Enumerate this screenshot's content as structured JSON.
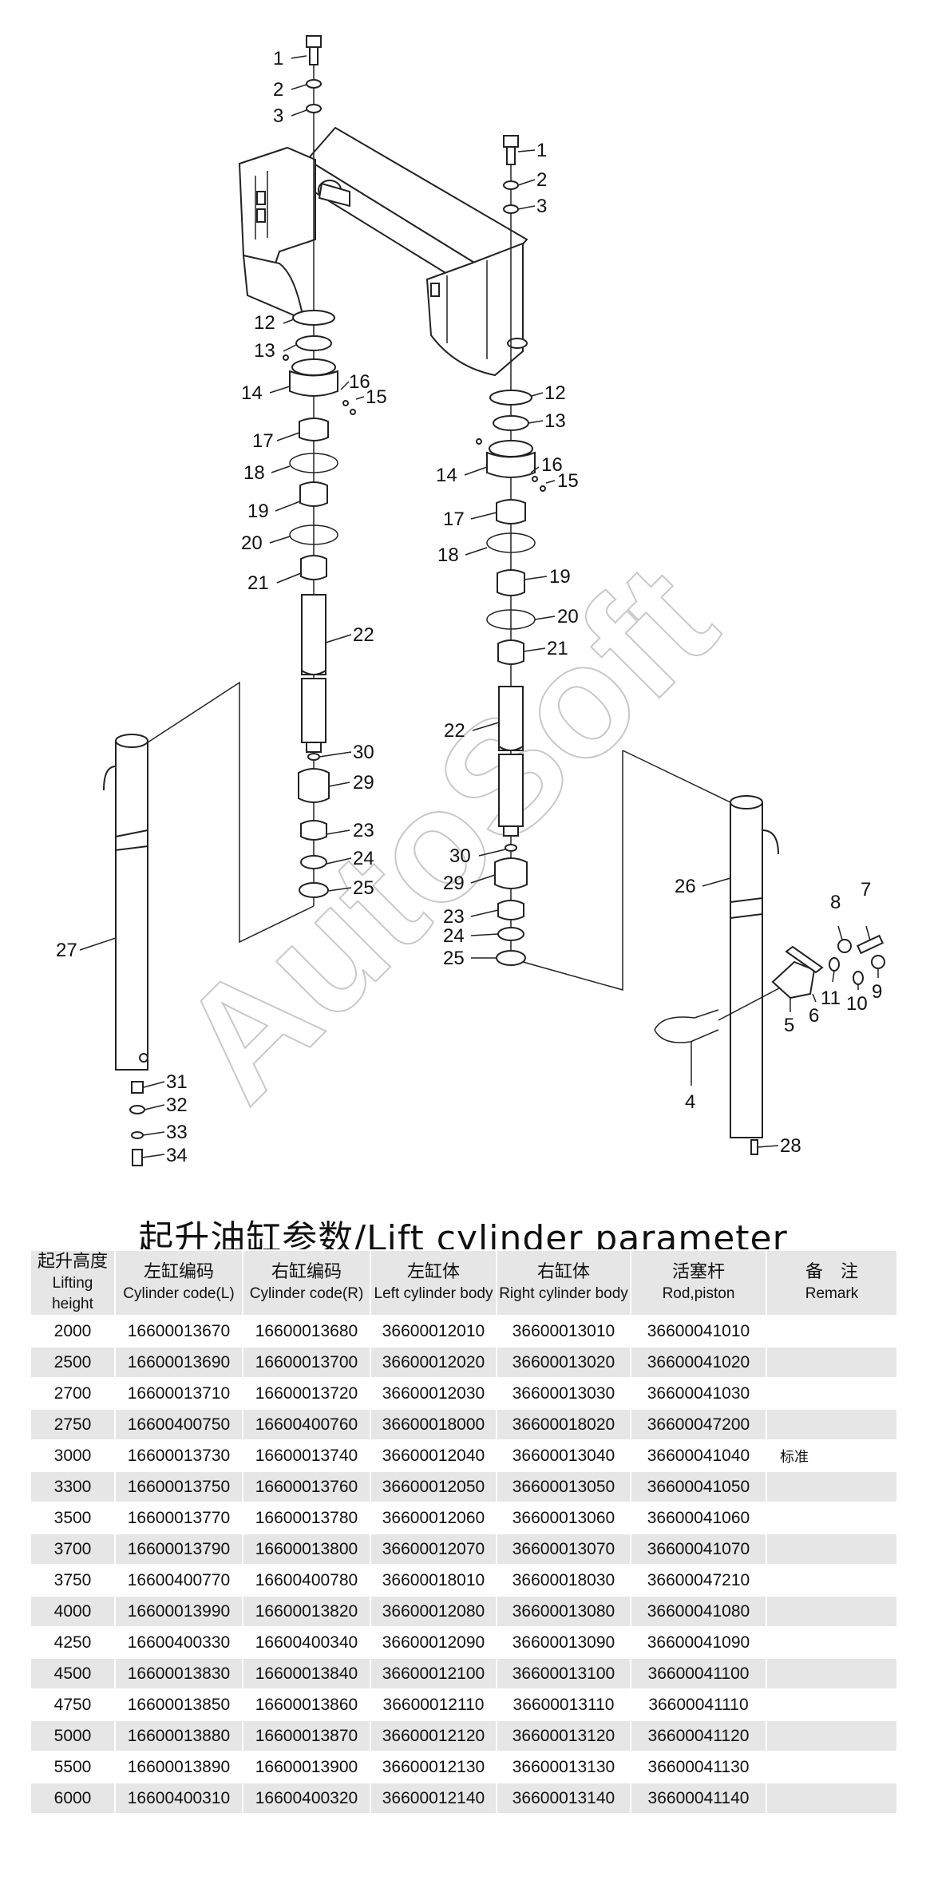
{
  "diagram": {
    "watermark": "AutoSoft",
    "callouts": [
      "1",
      "2",
      "3",
      "4",
      "5",
      "6",
      "7",
      "8",
      "9",
      "10",
      "11",
      "12",
      "13",
      "14",
      "15",
      "16",
      "17",
      "18",
      "19",
      "20",
      "21",
      "22",
      "23",
      "24",
      "25",
      "26",
      "27",
      "28",
      "29",
      "30",
      "31",
      "32",
      "33",
      "34"
    ]
  },
  "table": {
    "title": "起升油缸参数/Lift cylinder parameter",
    "headers": [
      {
        "zh": "起升高度",
        "en": "Lifting height"
      },
      {
        "zh": "左缸编码",
        "en": "Cylinder code(L)"
      },
      {
        "zh": "右缸编码",
        "en": "Cylinder code(R)"
      },
      {
        "zh": "左缸体",
        "en": "Left cylinder body"
      },
      {
        "zh": "右缸体",
        "en": "Right cylinder body"
      },
      {
        "zh": "活塞杆",
        "en": "Rod,piston"
      },
      {
        "zh": "备　注",
        "en": "Remark"
      }
    ],
    "rows": [
      [
        "2000",
        "16600013670",
        "16600013680",
        "36600012010",
        "36600013010",
        "36600041010",
        ""
      ],
      [
        "2500",
        "16600013690",
        "16600013700",
        "36600012020",
        "36600013020",
        "36600041020",
        ""
      ],
      [
        "2700",
        "16600013710",
        "16600013720",
        "36600012030",
        "36600013030",
        "36600041030",
        ""
      ],
      [
        "2750",
        "16600400750",
        "16600400760",
        "36600018000",
        "36600018020",
        "36600047200",
        ""
      ],
      [
        "3000",
        "16600013730",
        "16600013740",
        "36600012040",
        "36600013040",
        "36600041040",
        "标准"
      ],
      [
        "3300",
        "16600013750",
        "16600013760",
        "36600012050",
        "36600013050",
        "36600041050",
        ""
      ],
      [
        "3500",
        "16600013770",
        "16600013780",
        "36600012060",
        "36600013060",
        "36600041060",
        ""
      ],
      [
        "3700",
        "16600013790",
        "16600013800",
        "36600012070",
        "36600013070",
        "36600041070",
        ""
      ],
      [
        "3750",
        "16600400770",
        "16600400780",
        "36600018010",
        "36600018030",
        "36600047210",
        ""
      ],
      [
        "4000",
        "16600013990",
        "16600013820",
        "36600012080",
        "36600013080",
        "36600041080",
        ""
      ],
      [
        "4250",
        "16600400330",
        "16600400340",
        "36600012090",
        "36600013090",
        "36600041090",
        ""
      ],
      [
        "4500",
        "16600013830",
        "16600013840",
        "36600012100",
        "36600013100",
        "36600041100",
        ""
      ],
      [
        "4750",
        "16600013850",
        "16600013860",
        "36600012110",
        "36600013110",
        "36600041110",
        ""
      ],
      [
        "5000",
        "16600013880",
        "16600013870",
        "36600012120",
        "36600013120",
        "36600041120",
        ""
      ],
      [
        "5500",
        "16600013890",
        "16600013900",
        "36600012130",
        "36600013130",
        "36600041130",
        ""
      ],
      [
        "6000",
        "16600400310",
        "16600400320",
        "36600012140",
        "36600013140",
        "36600041140",
        ""
      ]
    ]
  }
}
